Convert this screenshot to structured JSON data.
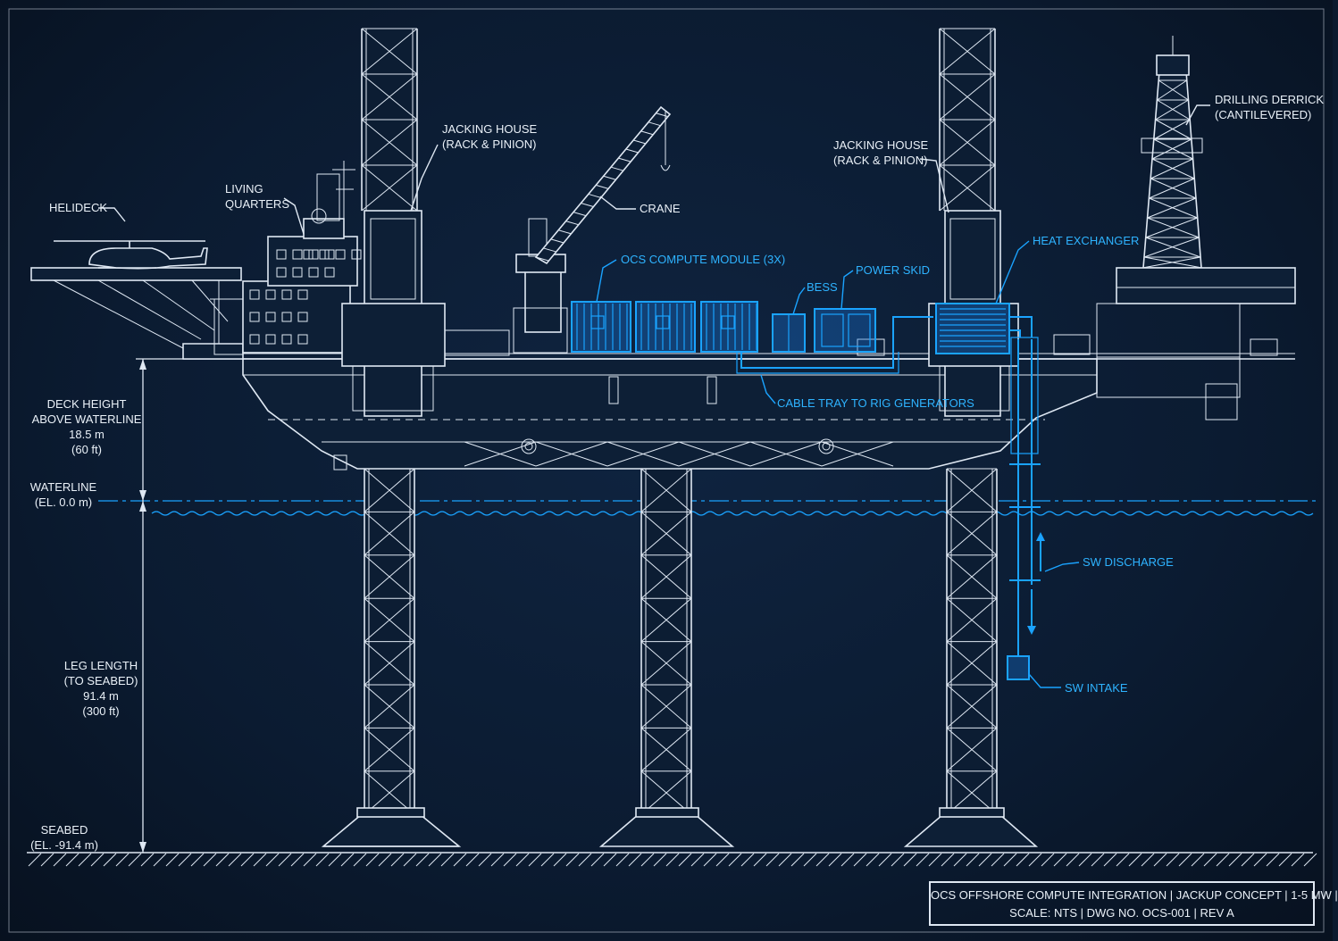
{
  "labels": {
    "helideck": "HELIDECK",
    "living_quarters": [
      "LIVING",
      "QUARTERS"
    ],
    "jacking_house_left": [
      "JACKING HOUSE",
      "(RACK & PINION)"
    ],
    "crane": "CRANE",
    "jacking_house_right": [
      "JACKING HOUSE",
      "(RACK & PINION)"
    ],
    "drilling_derrick": [
      "DRILLING DERRICK",
      "(CANTILEVERED)"
    ],
    "ocs_compute_module": "OCS COMPUTE MODULE (3X)",
    "bess": "BESS",
    "power_skid": "POWER SKID",
    "heat_exchanger": "HEAT EXCHANGER",
    "cable_tray": "CABLE TRAY TO RIG GENERATORS",
    "sw_discharge": "SW DISCHARGE",
    "sw_intake": "SW INTAKE"
  },
  "dimensions": {
    "deck_height": [
      "DECK HEIGHT",
      "ABOVE WATERLINE",
      "18.5 m",
      "(60 ft)"
    ],
    "waterline": [
      "WATERLINE",
      "(EL. 0.0 m)"
    ],
    "leg_length": [
      "LEG LENGTH",
      "(TO SEABED)",
      "91.4 m",
      "(300 ft)"
    ],
    "seabed": [
      "SEABED",
      "(EL. -91.4 m)"
    ]
  },
  "title_block": {
    "line1": "OCS OFFSHORE COMPUTE INTEGRATION  |  JACKUP CONCEPT  |  1-5 MW  |",
    "line2": "SCALE: NTS  |  DWG NO. OCS-001  |  REV A"
  },
  "colors": {
    "background": "#0b1a2e",
    "linework": "#dfe8f3",
    "highlight": "#1aa3ff"
  }
}
